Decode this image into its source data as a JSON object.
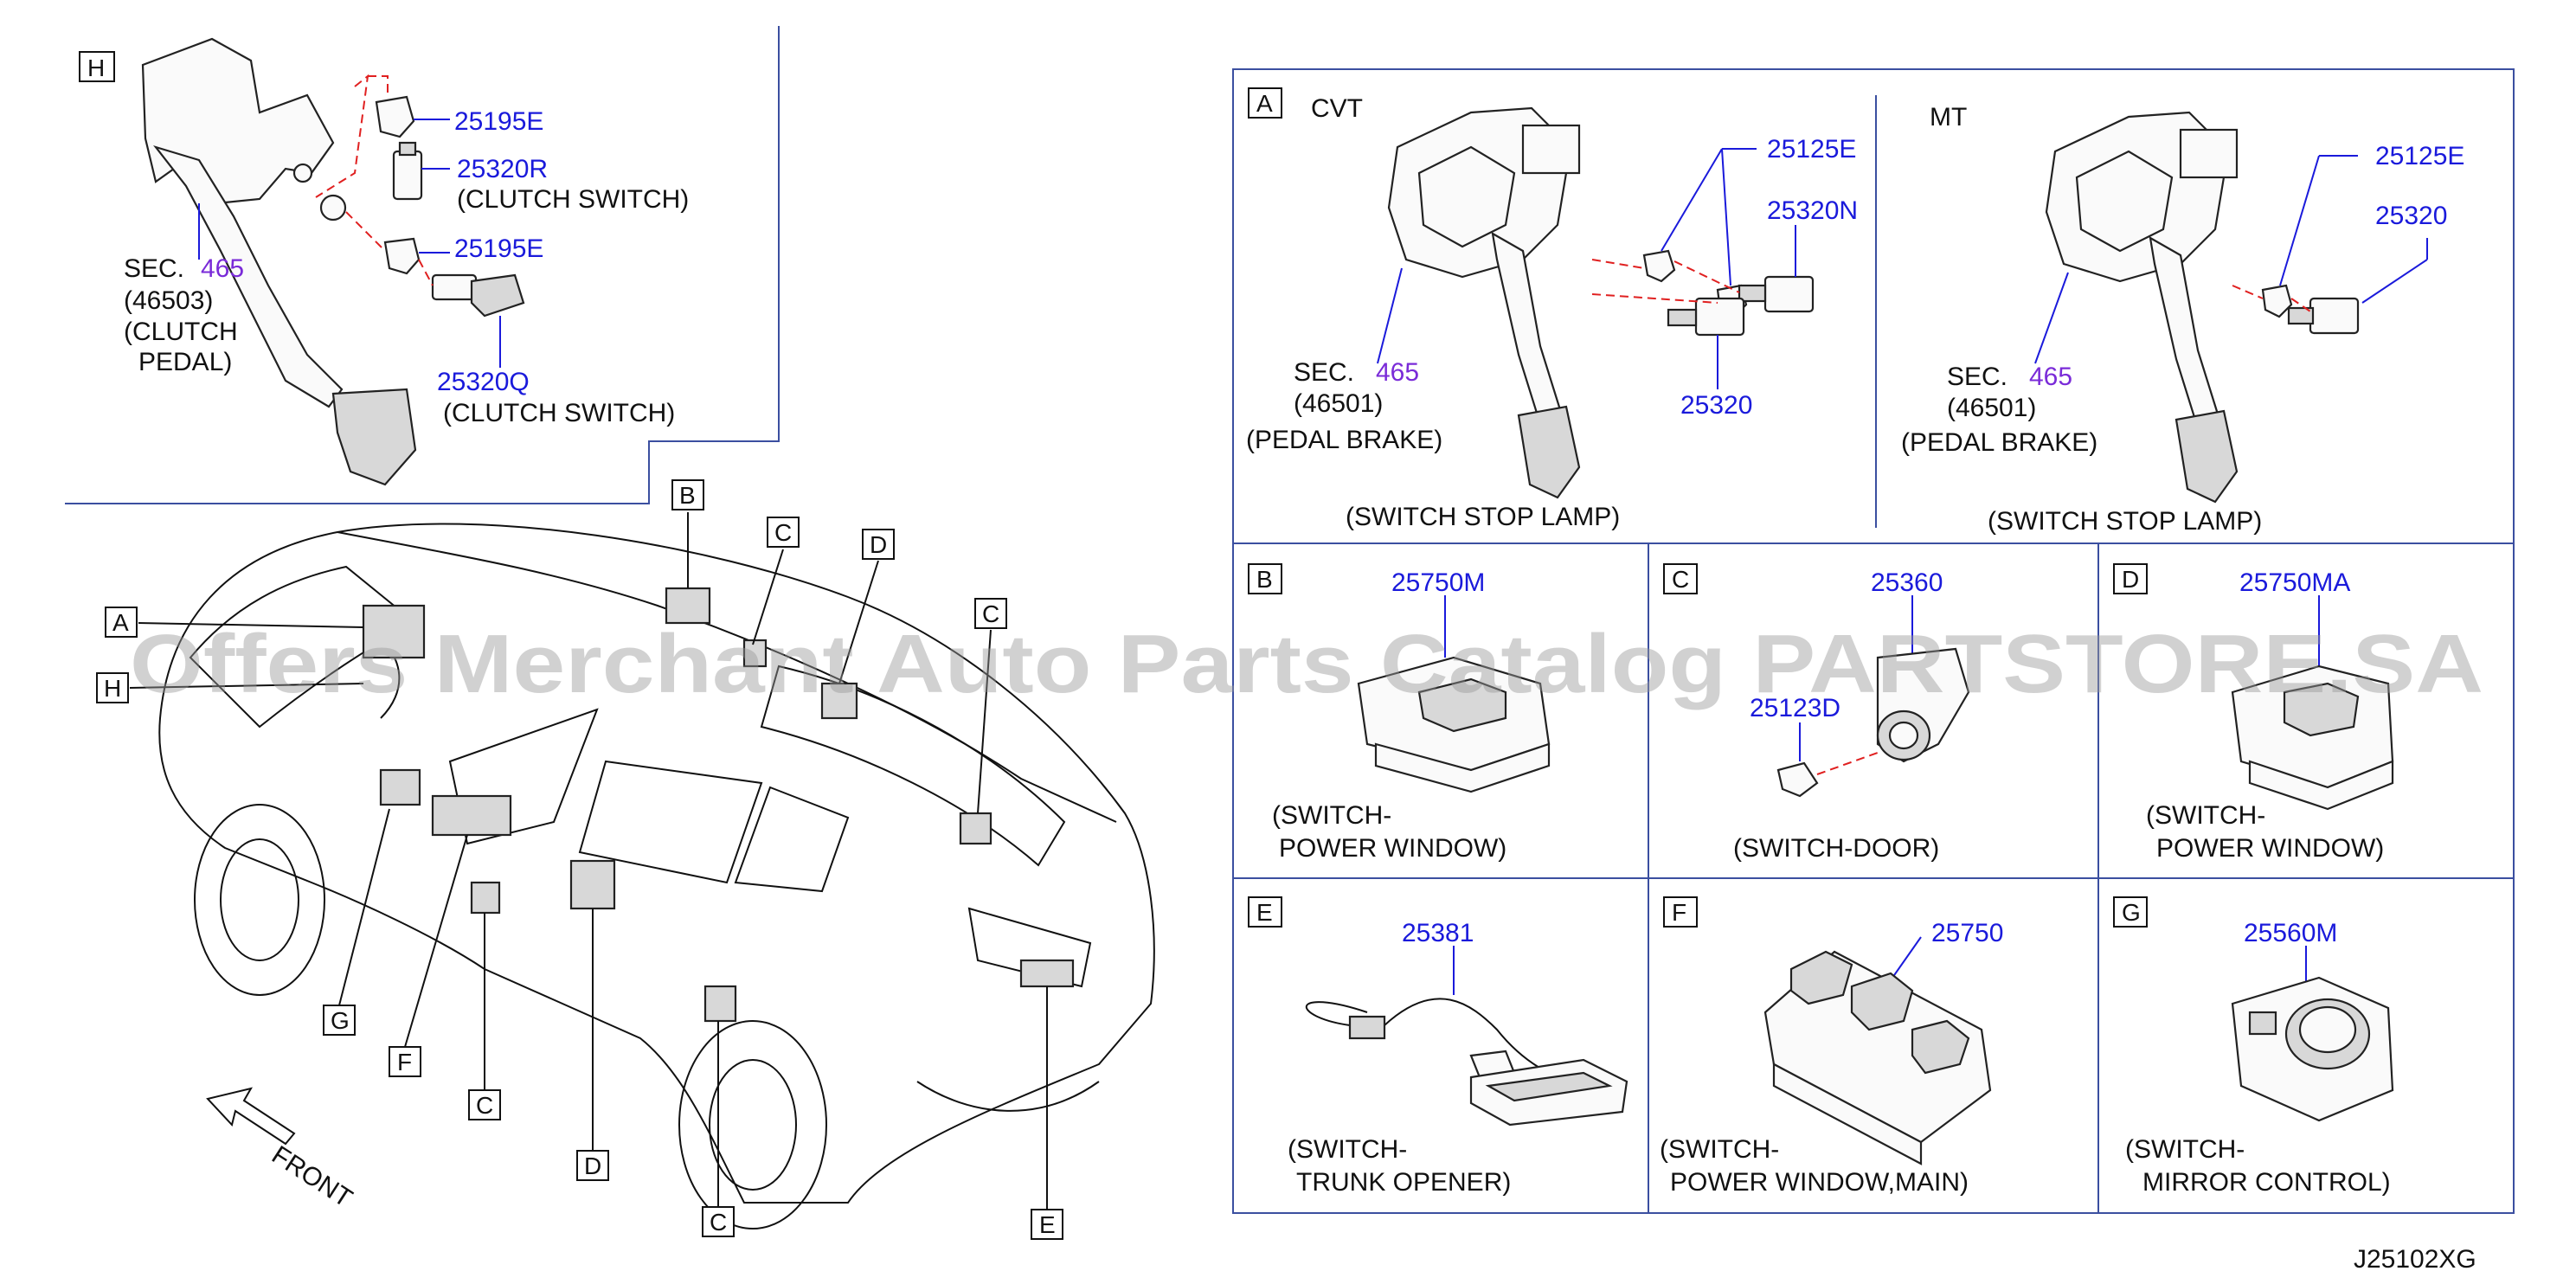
{
  "watermark": "Offers Merchant Auto Parts Catalog PARTSTORE.SA",
  "drawing_code": "J25102XG",
  "front_label": "FRONT",
  "panel_h": {
    "letter": "H",
    "parts": {
      "p1": "25195E",
      "p2": "25320R",
      "p2_desc": "(CLUTCH   SWITCH)",
      "p3": "25195E",
      "p4": "25320Q",
      "p4_desc": "(CLUTCH   SWITCH)"
    },
    "sec": {
      "label": "SEC.",
      "num": "465",
      "code": "(46503)",
      "desc1": "(CLUTCH",
      "desc2": "PEDAL)"
    }
  },
  "car_callouts": {
    "a": "A",
    "h": "H",
    "b": "B",
    "c1": "C",
    "d1": "D",
    "c2": "C",
    "g": "G",
    "f": "F",
    "c3": "C",
    "d2": "D",
    "c4": "C",
    "e": "E"
  },
  "panel_a": {
    "letter": "A",
    "cvt": {
      "title": "CVT",
      "p1": "25125E",
      "p2": "25320N",
      "p3": "25320",
      "sec_label": "SEC.",
      "sec_num": "465",
      "sec_code": "(46501)",
      "sec_desc": "(PEDAL   BRAKE)",
      "caption": "(SWITCH   STOP   LAMP)"
    },
    "mt": {
      "title": "MT",
      "p1": "25125E",
      "p2": "25320",
      "sec_label": "SEC.",
      "sec_num": "465",
      "sec_code": "(46501)",
      "sec_desc": "(PEDAL   BRAKE)",
      "caption": "(SWITCH   STOP   LAMP)"
    }
  },
  "panel_b": {
    "letter": "B",
    "part": "25750M",
    "cap1": "(SWITCH-",
    "cap2": "POWER   WINDOW)"
  },
  "panel_c": {
    "letter": "C",
    "part": "25360",
    "part2": "25123D",
    "cap1": "(SWITCH-DOOR)"
  },
  "panel_d": {
    "letter": "D",
    "part": "25750MA",
    "cap1": "(SWITCH-",
    "cap2": "POWER   WINDOW)"
  },
  "panel_e": {
    "letter": "E",
    "part": "25381",
    "cap1": "(SWITCH-",
    "cap2": "TRUNK   OPENER)"
  },
  "panel_f": {
    "letter": "F",
    "part": "25750",
    "cap1": "(SWITCH-",
    "cap2": "POWER   WINDOW,MAIN)"
  },
  "panel_g": {
    "letter": "G",
    "part": "25560M",
    "cap1": "(SWITCH-",
    "cap2": "MIRROR   CONTROL)"
  }
}
